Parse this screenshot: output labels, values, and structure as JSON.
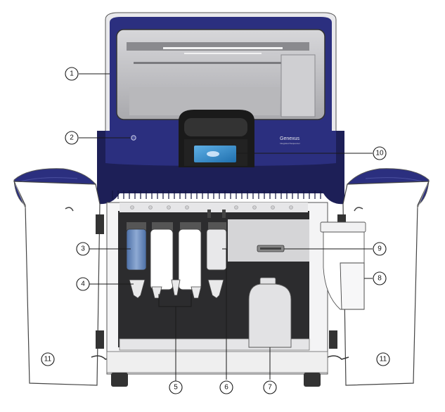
{
  "brand": {
    "name": "Genexus",
    "tagline": "Integrated Sequencer"
  },
  "colors": {
    "navy": "#2b2f7f",
    "navy_dark": "#1c1f5c",
    "panel_gray": "#d9d9dc",
    "glass_gray": "#bdbdc0",
    "screen_blue": "#2f86c8",
    "bottle_blue": "#5b7fb5",
    "outline": "#444444"
  },
  "callouts": [
    {
      "id": "1",
      "label": "1"
    },
    {
      "id": "2",
      "label": "2"
    },
    {
      "id": "3",
      "label": "3"
    },
    {
      "id": "4",
      "label": "4"
    },
    {
      "id": "5",
      "label": "5"
    },
    {
      "id": "6",
      "label": "6"
    },
    {
      "id": "7",
      "label": "7"
    },
    {
      "id": "8",
      "label": "8"
    },
    {
      "id": "9",
      "label": "9"
    },
    {
      "id": "10",
      "label": "10"
    },
    {
      "id": "11a",
      "label": "11"
    },
    {
      "id": "11b",
      "label": "11"
    }
  ]
}
